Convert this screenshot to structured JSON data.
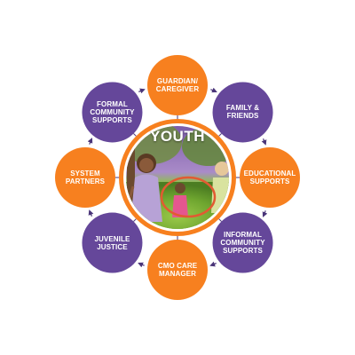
{
  "colors": {
    "orange": "#F7801F",
    "purple": "#65479A",
    "connector": "#4A3579",
    "center_ring": "#F7801F",
    "center_inner_ring": "#FFFFFF"
  },
  "center": {
    "label": "YOUTH",
    "image": "children-playing-outdoors-photo"
  },
  "nodes": [
    {
      "id": "guardian",
      "label": "GUARDIAN/\nCAREGIVER",
      "color": "orange"
    },
    {
      "id": "family",
      "label": "FAMILY &\nFRIENDS",
      "color": "purple"
    },
    {
      "id": "educational",
      "label": "EDUCATIONAL\nSUPPORTS",
      "color": "orange"
    },
    {
      "id": "informal",
      "label": "INFORMAL\nCOMMUNITY\nSUPPORTS",
      "color": "purple"
    },
    {
      "id": "cmo",
      "label": "CMO CARE\nMANAGER",
      "color": "orange"
    },
    {
      "id": "juvenile",
      "label": "JUVENILE\nJUSTICE",
      "color": "purple"
    },
    {
      "id": "system",
      "label": "SYSTEM\nPARTNERS",
      "color": "orange"
    },
    {
      "id": "formal",
      "label": "FORMAL\nCOMMUNITY\nSUPPORTS",
      "color": "purple"
    }
  ]
}
